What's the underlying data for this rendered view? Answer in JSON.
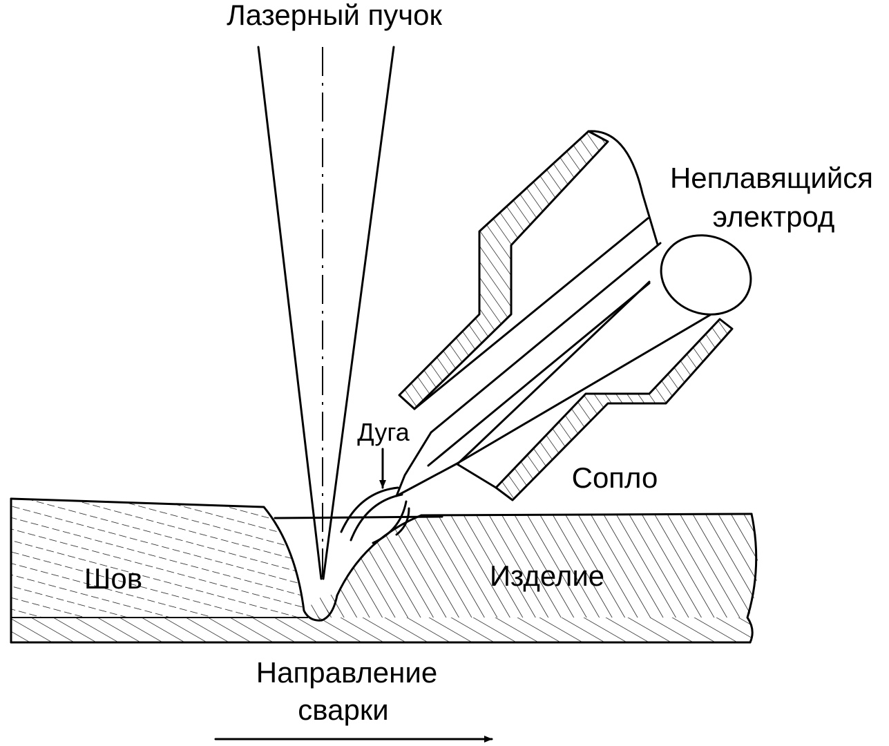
{
  "labels": {
    "laser_beam": "Лазерный пучок",
    "electrode_line1": "Неплавящийся",
    "electrode_line2": "электрод",
    "arc": "Дуга",
    "nozzle": "Сопло",
    "seam": "Шов",
    "workpiece": "Изделие",
    "direction_line1": "Направление",
    "direction_line2": "сварки"
  },
  "colors": {
    "line": "#000000",
    "background": "#ffffff"
  }
}
